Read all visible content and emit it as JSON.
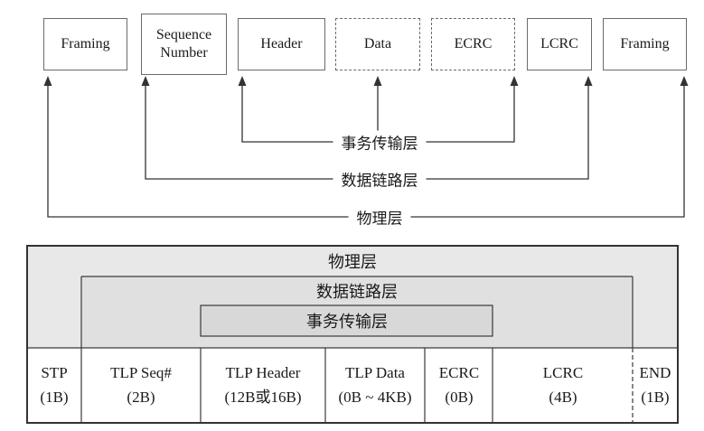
{
  "top_diagram": {
    "boxes": [
      {
        "label": "Framing",
        "style": "solid"
      },
      {
        "label": "Sequence Number",
        "style": "solid"
      },
      {
        "label": "Header",
        "style": "solid"
      },
      {
        "label": "Data",
        "style": "dashed"
      },
      {
        "label": "ECRC",
        "style": "dashed"
      },
      {
        "label": "LCRC",
        "style": "solid"
      },
      {
        "label": "Framing",
        "style": "solid"
      }
    ],
    "layer_labels": {
      "transaction": "事务传输层",
      "datalink": "数据链路层",
      "physical": "物理层"
    }
  },
  "table": {
    "layer_labels": {
      "physical": "物理层",
      "datalink": "数据链路层",
      "transaction": "事务传输层"
    },
    "cells": [
      {
        "name": "STP",
        "size": "(1B)"
      },
      {
        "name": "TLP Seq#",
        "size": "(2B)"
      },
      {
        "name": "TLP Header",
        "size": "(12B或16B)"
      },
      {
        "name": "TLP Data",
        "size": "(0B ~ 4KB)"
      },
      {
        "name": "ECRC",
        "size": "(0B)"
      },
      {
        "name": "LCRC",
        "size": "(4B)"
      },
      {
        "name": "END",
        "size": "(1B)"
      }
    ]
  },
  "colors": {
    "line": "#333333",
    "band_outer": "#e8e8e8",
    "band_mid": "#e0e0e0",
    "band_inner": "#d8d8d8"
  }
}
